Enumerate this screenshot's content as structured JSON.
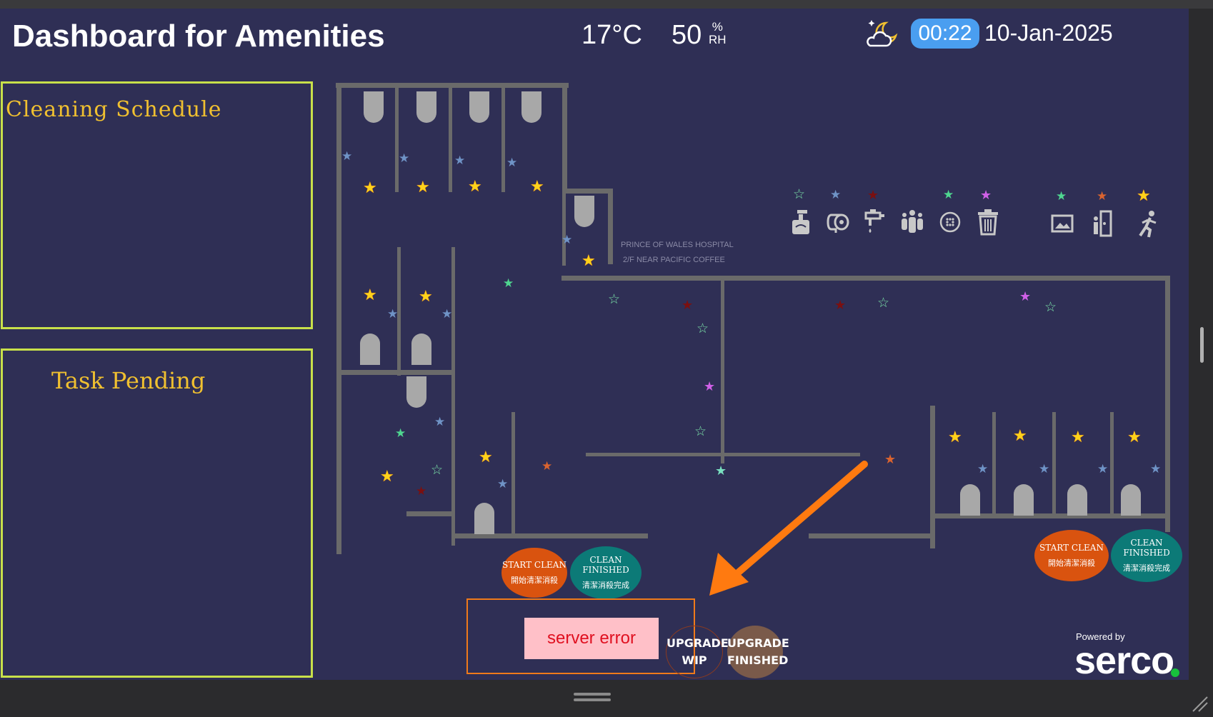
{
  "header": {
    "title": "Dashboard for Amenities",
    "temperature": "17°C",
    "humidity_value": "50",
    "humidity_unit_top": "%",
    "humidity_unit_bottom": "RH",
    "time": "00:22",
    "date": "10-Jan-2025"
  },
  "panels": {
    "cleaning_schedule": "Cleaning Schedule",
    "task_pending": "Task Pending"
  },
  "floorplan": {
    "location_line1": "PRINCE OF WALES HOSPITAL",
    "location_line2": "2/F NEAR PACIFIC COFFEE"
  },
  "legend": {
    "icons": [
      "soap-dispenser-icon",
      "toilet-paper-icon",
      "faucet-icon",
      "people-icon",
      "drain-icon",
      "trash-bin-icon",
      "picture-icon",
      "changing-room-icon",
      "running-person-icon"
    ]
  },
  "buttons": {
    "start_clean_en": "START CLEAN",
    "start_clean_zh": "開始清潔消殺",
    "clean_finished_en": "CLEAN FINISHED",
    "clean_finished_zh": "清潔消殺完成",
    "upgrade_wip_1": "UPGRADE",
    "upgrade_wip_2": "WIP",
    "upgrade_finished_1": "UPGRADE",
    "upgrade_finished_2": "FINISHED"
  },
  "status": {
    "error": "server error"
  },
  "footer": {
    "powered_by": "Powered by",
    "brand": "serco"
  },
  "colors": {
    "background": "#2f2f55",
    "panel_border": "#c8e04a",
    "panel_title": "#f0c030",
    "wall": "#6a6a6a",
    "time_pill": "#4a9ef0",
    "start_clean": "#d9530f",
    "clean_finished": "#0c7a77",
    "error_text": "#e01020",
    "error_bg": "#ffc0c8",
    "arrow": "#ff7a10"
  }
}
